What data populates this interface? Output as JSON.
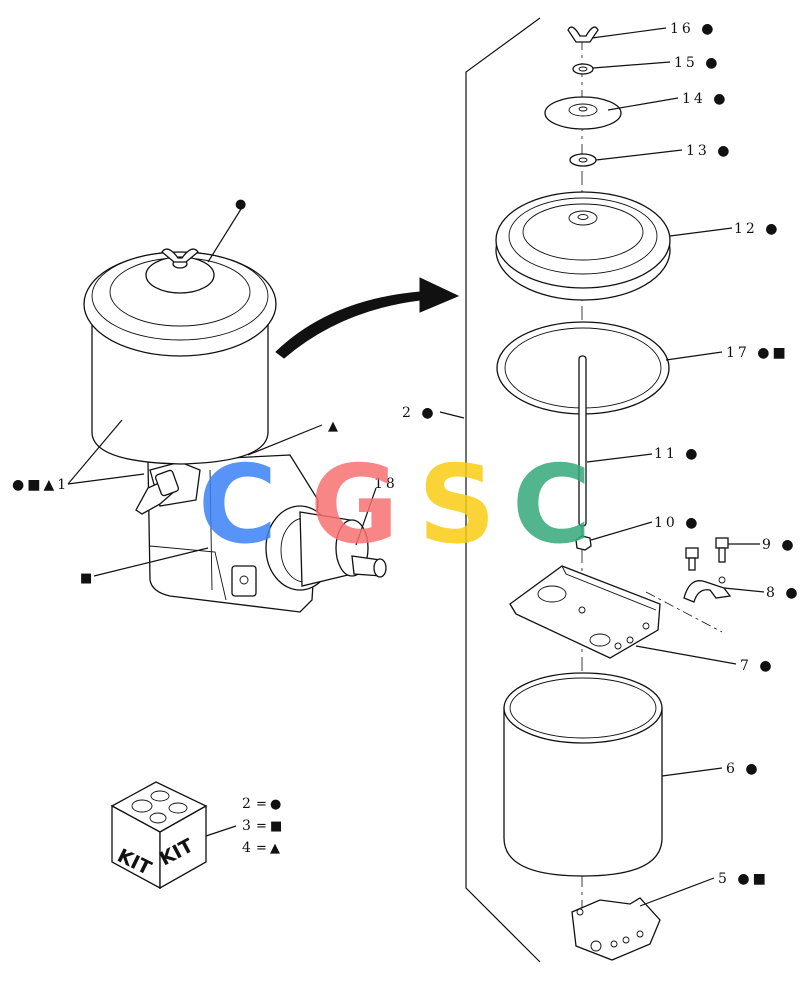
{
  "watermark": {
    "letters": [
      {
        "char": "C",
        "color": "#3b82f6"
      },
      {
        "char": "G",
        "color": "#f87171"
      },
      {
        "char": "S",
        "color": "#facc15"
      },
      {
        "char": "C",
        "color": "#34a97a"
      }
    ]
  },
  "callouts": {
    "assembly_dot": "●",
    "assembly_triangle": "▲",
    "assembly_1": "●■▲1",
    "assembly_18": "18",
    "assembly_square": "■",
    "item_2": "2 ●",
    "item_5": "5 ●■",
    "item_6": "6 ●",
    "item_7": "7 ●",
    "item_8": "8 ●",
    "item_9": "9 ●",
    "item_10": "10 ●",
    "item_11": "11 ●",
    "item_12": "12 ●",
    "item_13": "13 ●",
    "item_14": "14 ●",
    "item_15": "15 ●",
    "item_16": "16 ●",
    "item_17": "17 ●■"
  },
  "kit": {
    "box_label_left": "KIT",
    "box_label_right": "KIT",
    "legend": [
      {
        "number": "2",
        "symbol": "●"
      },
      {
        "number": "3",
        "symbol": "■"
      },
      {
        "number": "4",
        "symbol": "▲"
      }
    ]
  }
}
